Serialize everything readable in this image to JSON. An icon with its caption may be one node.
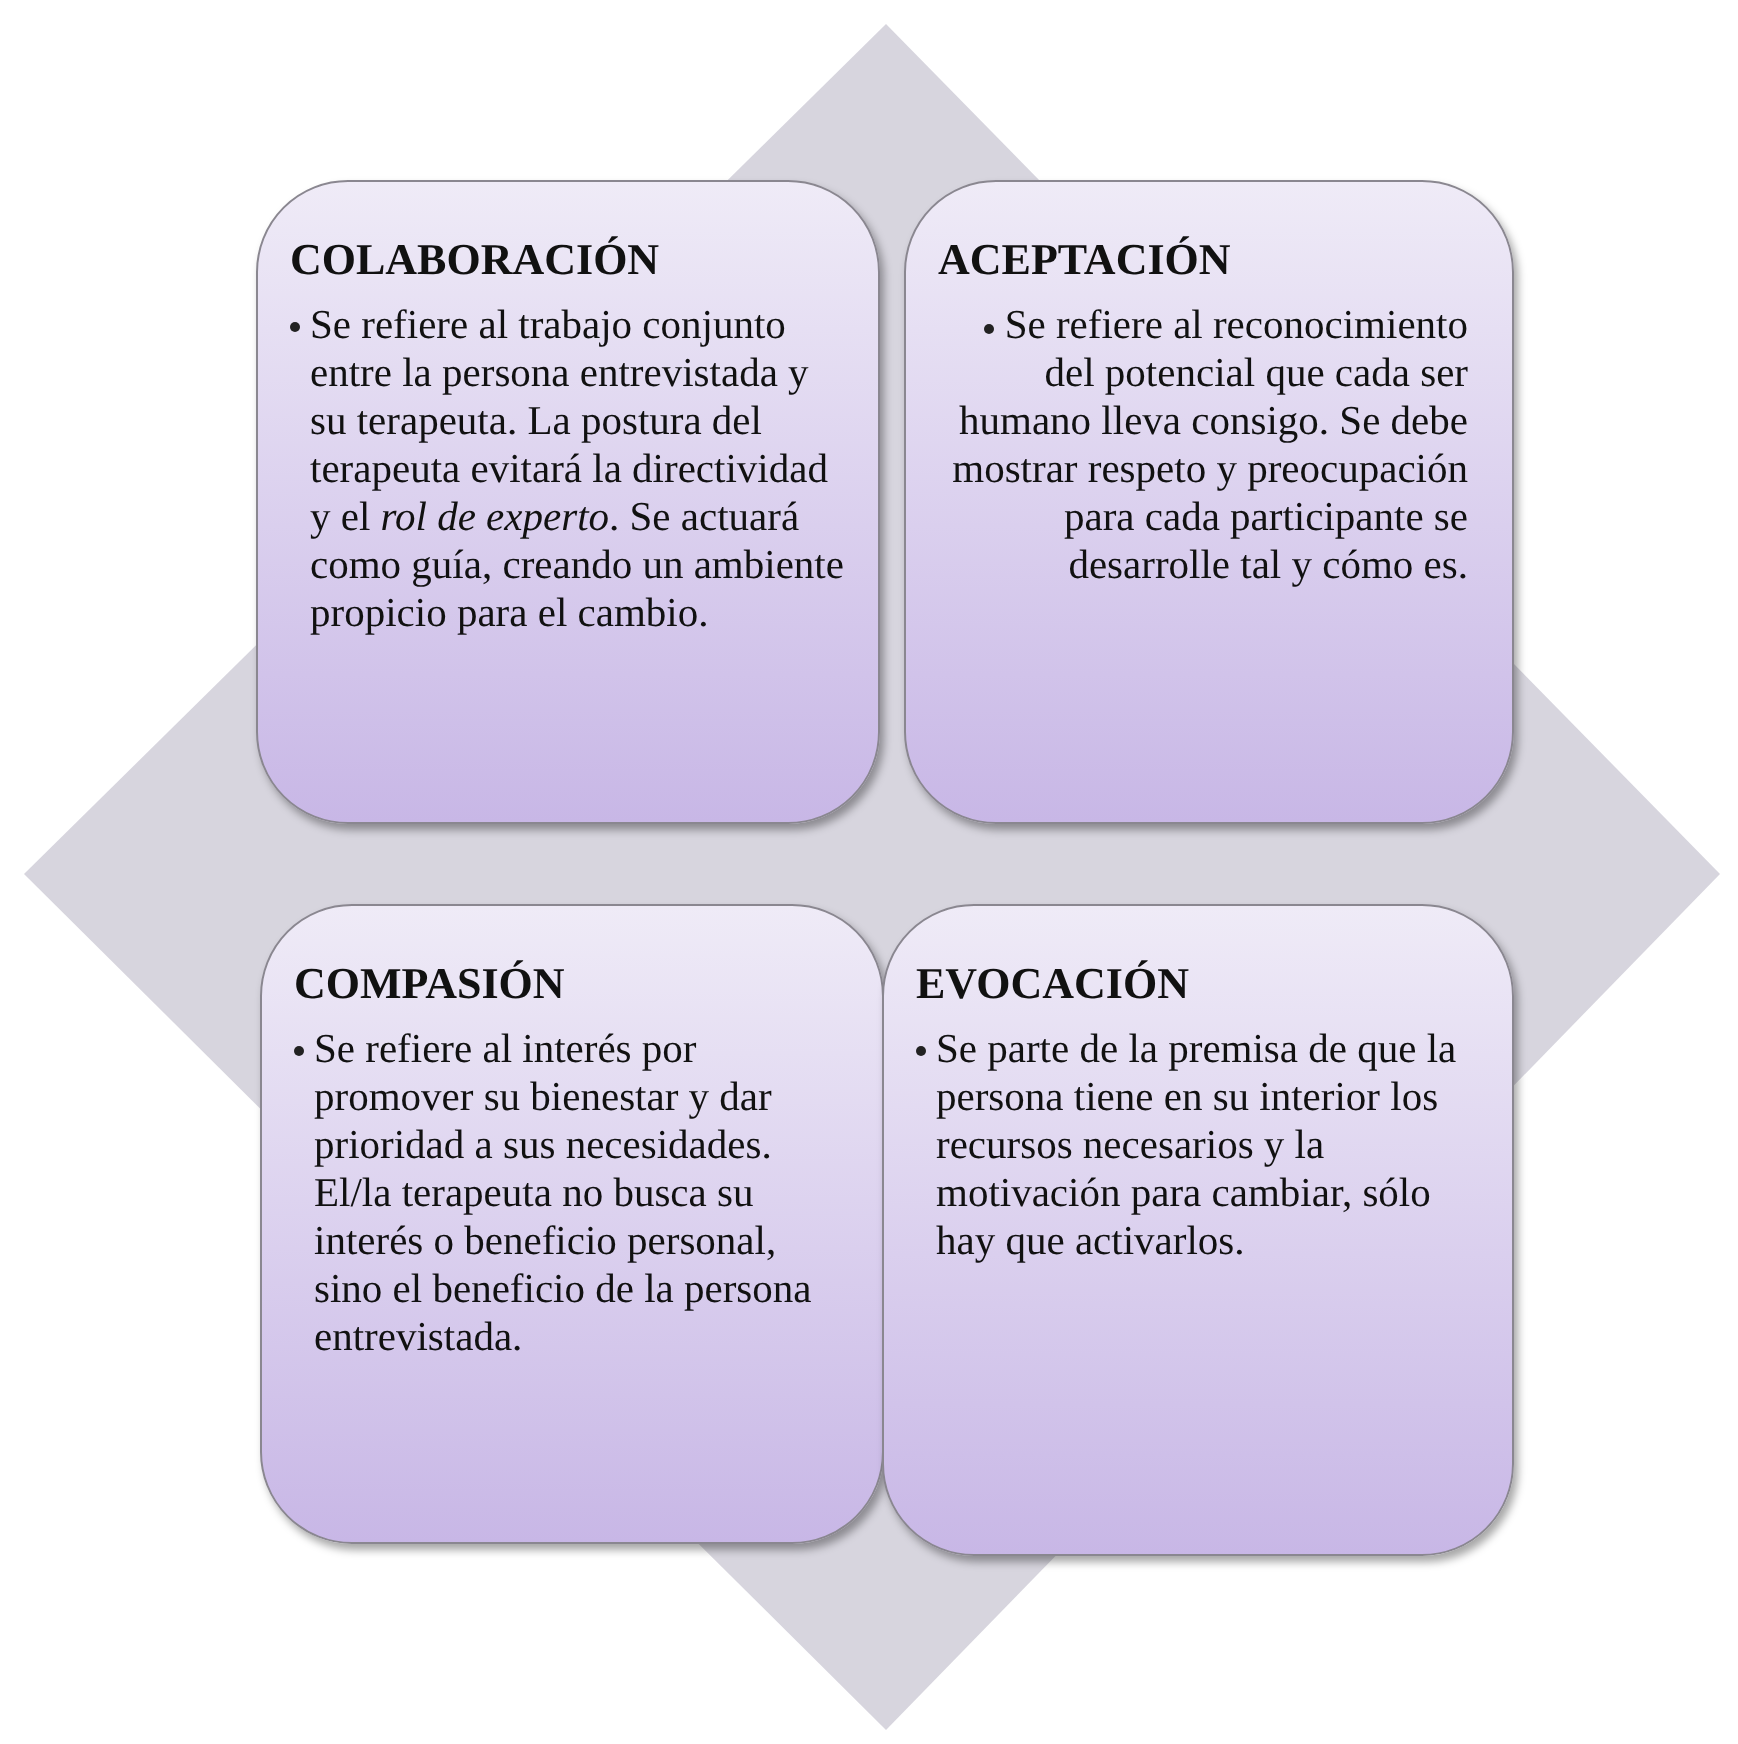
{
  "diagram": {
    "nodes": [
      {
        "text": [
          "COLABORACIÓN",
          "Se refiere al trabajo conjunto entre la persona entrevistada y su terapeuta. La postura del terapeuta evitará la directividad y el *rol de experto*.  Se actuará como guía, creando un ambiente propicio para el cambio."
        ]
      },
      {
        "text": [
          "ACEPTACIÓN",
          "Se refiere al reconocimiento del potencial que cada ser humano lleva consigo. Se debe mostrar respeto y preocupación para cada participante se desarrolle tal y cómo es."
        ]
      },
      {
        "text": [
          "COMPASIÓN",
          "Se refiere al interés por promover su bienestar y dar prioridad a sus necesidades. El/la terapeuta no busca su interés o beneficio personal, sino el beneficio de la persona entrevistada."
        ]
      },
      {
        "text": [
          "EVOCACIÓN",
          "Se parte de la premisa de que la persona tiene en su interior los recursos necesarios y la motivación para cambiar, sólo hay que activarlos."
        ]
      }
    ]
  }
}
